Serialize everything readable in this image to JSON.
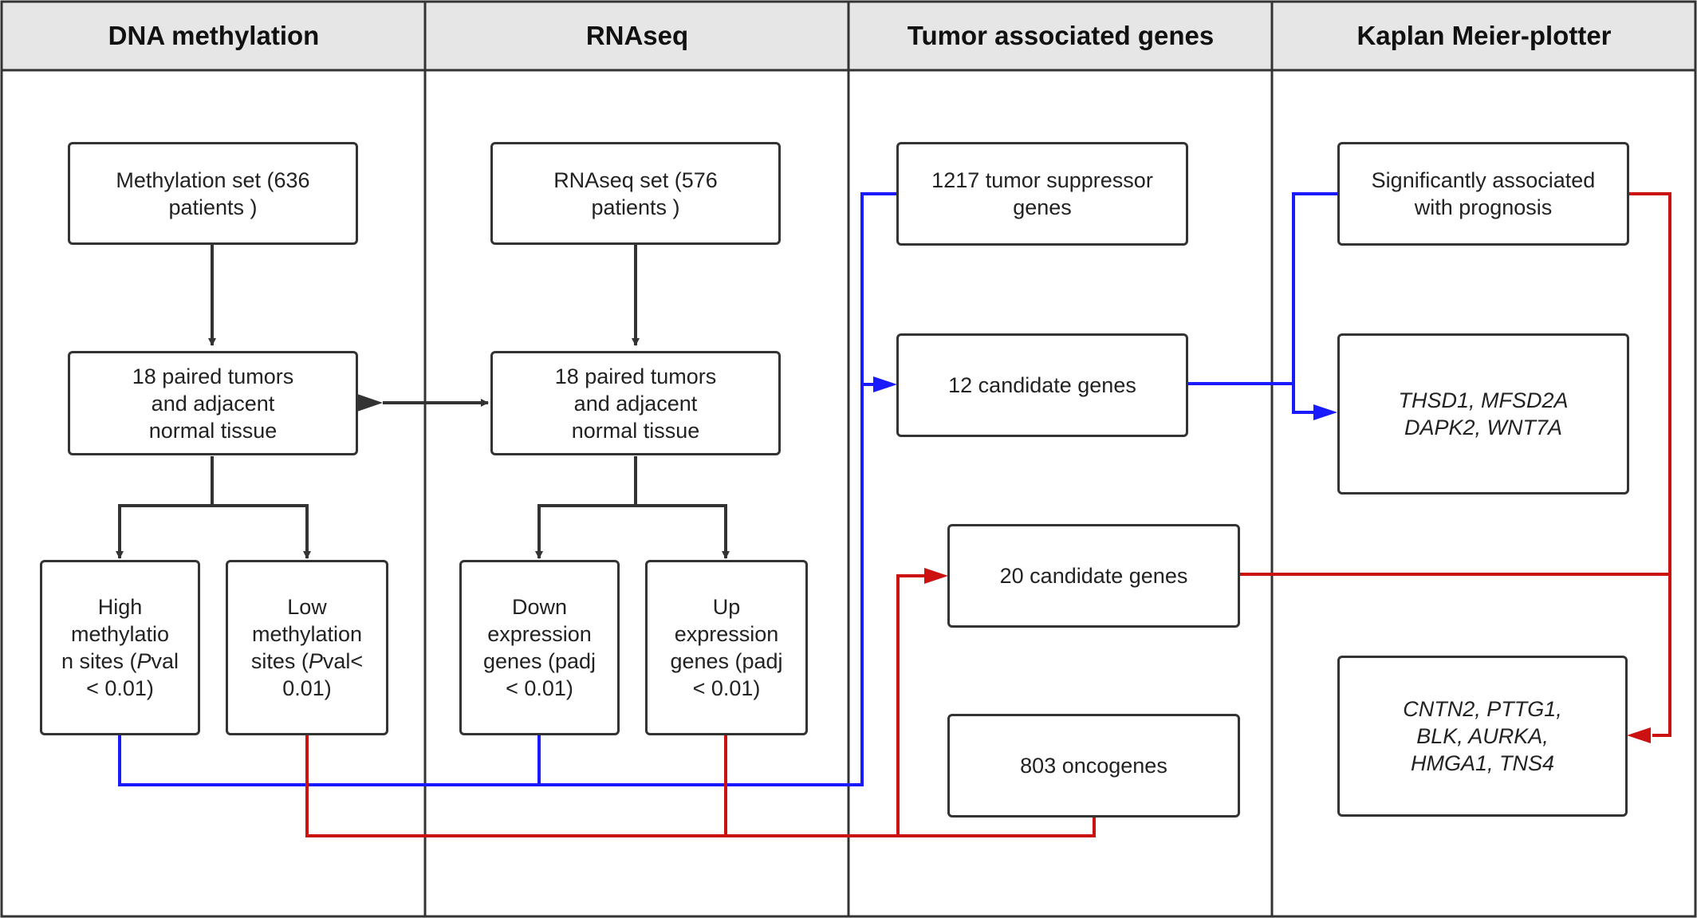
{
  "headers": {
    "dna_methylation": "DNA methylation",
    "rnaseq": "RNAseq",
    "tumor_genes": "Tumor associated genes",
    "km_plotter": "Kaplan Meier-plotter"
  },
  "boxes": {
    "methylation_set": "Methylation set (636\npatients )",
    "methylation_paired": "18 paired tumors\nand adjacent\nnormal tissue",
    "high_methylation": {
      "line1": "High\nmethylatio\nn sites (",
      "p": "P",
      "line2": "val\n< 0.01)"
    },
    "low_methylation": {
      "line1": "Low\nmethylation\nsites (",
      "p": "P",
      "line2": "val<\n0.01)"
    },
    "rnaseq_set": "RNAseq set (576\npatients )",
    "rnaseq_paired": "18 paired tumors\nand adjacent\nnormal tissue",
    "down_expression": "Down\nexpression\ngenes (padj\n< 0.01)",
    "up_expression": "Up\nexpression\ngenes (padj\n< 0.01)",
    "tumor_suppressor": "1217 tumor suppressor\ngenes",
    "candidate_12": "12 candidate genes",
    "candidate_20": "20 candidate genes",
    "oncogenes": "803 oncogenes",
    "prognosis": "Significantly associated\nwith prognosis",
    "genes_blue": "THSD1, MFSD2A\nDAPK2, WNT7A",
    "genes_red": "CNTN2, PTTG1,\nBLK, AURKA,\nHMGA1, TNS4"
  },
  "colors": {
    "blue_line": "#1a1aff",
    "red_line": "#cc1111",
    "dark_line": "#333333",
    "header_bg": "#e6e6e6",
    "border": "#333333"
  }
}
